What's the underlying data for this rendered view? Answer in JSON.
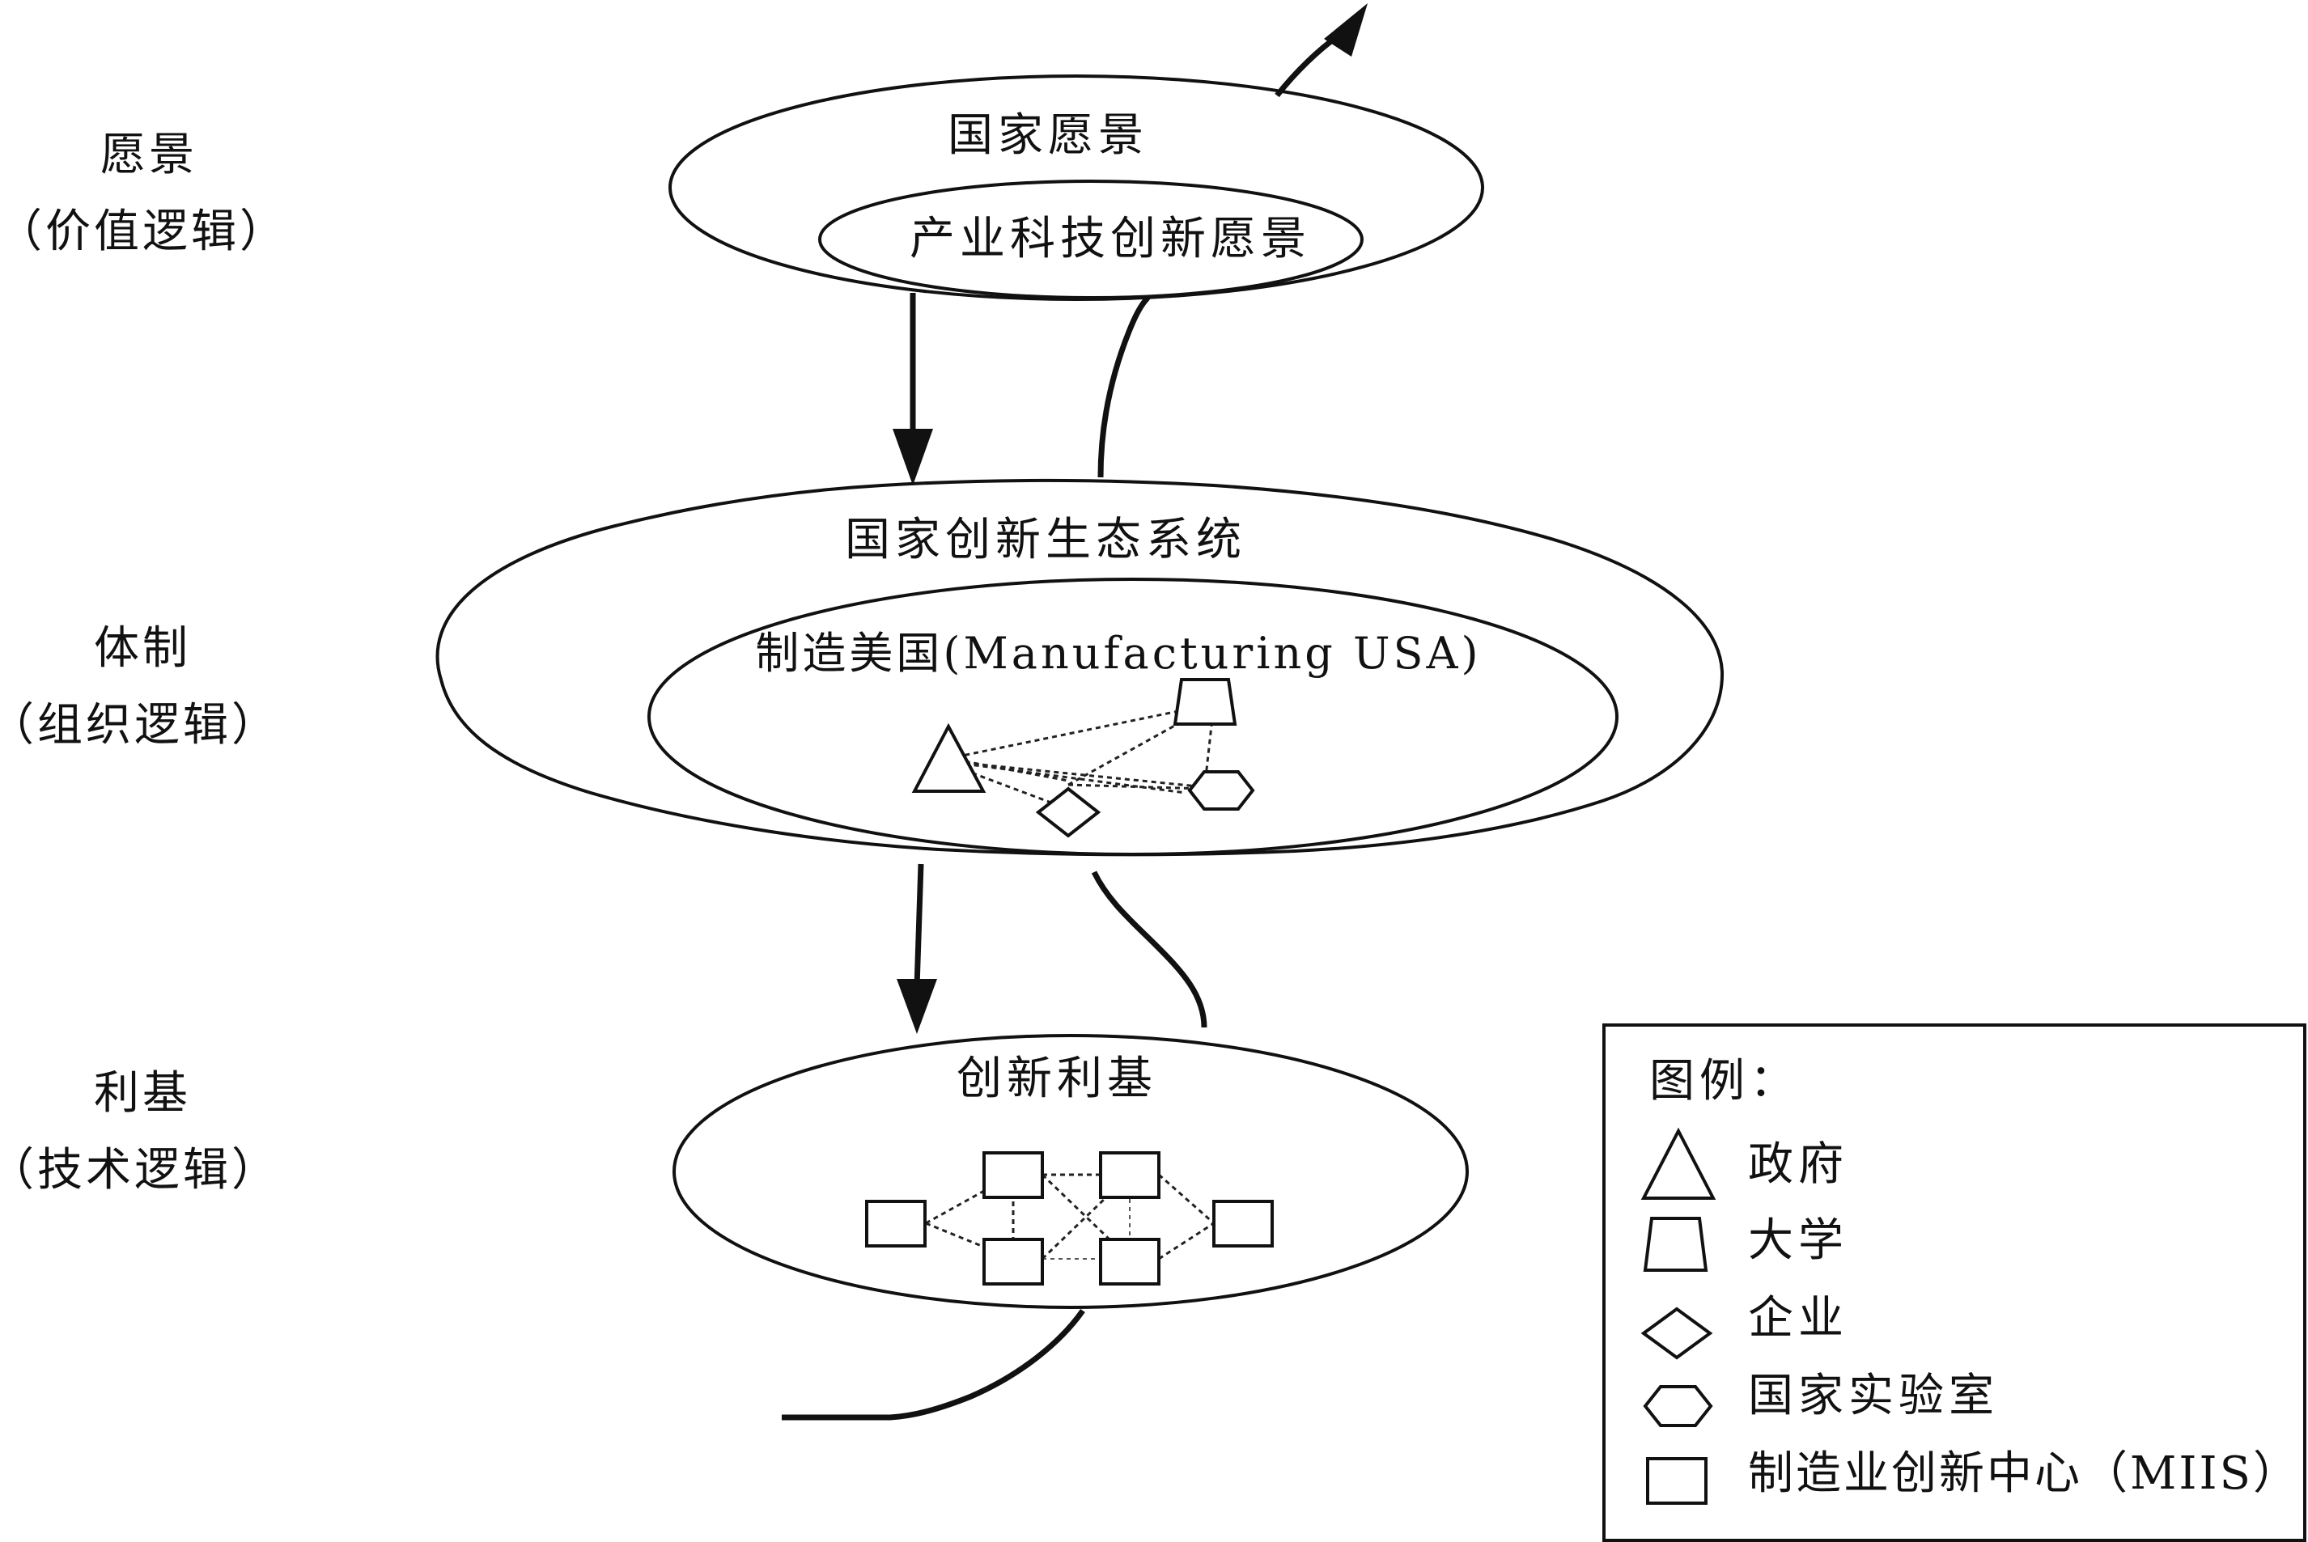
{
  "side_labels": {
    "vision": {
      "title": "愿景",
      "subtitle": "（价值逻辑）"
    },
    "institution": {
      "title": "体制",
      "subtitle": "（组织逻辑）"
    },
    "niche": {
      "title": "利基",
      "subtitle": "（技术逻辑）"
    }
  },
  "vision": {
    "outer": "国家愿景",
    "inner": "产业科技创新愿景"
  },
  "ecosystem": {
    "outer": "国家创新生态系统",
    "inner": "制造美国(Manufacturing USA)"
  },
  "niche": {
    "title": "创新利基"
  },
  "legend": {
    "title": "图例：",
    "items": [
      {
        "icon": "triangle",
        "label": "政府"
      },
      {
        "icon": "trapezoid",
        "label": "大学"
      },
      {
        "icon": "diamond",
        "label": "企业"
      },
      {
        "icon": "hexagon",
        "label": "国家实验室"
      },
      {
        "icon": "square",
        "label": "制造业创新中心（MIIS）"
      }
    ]
  }
}
